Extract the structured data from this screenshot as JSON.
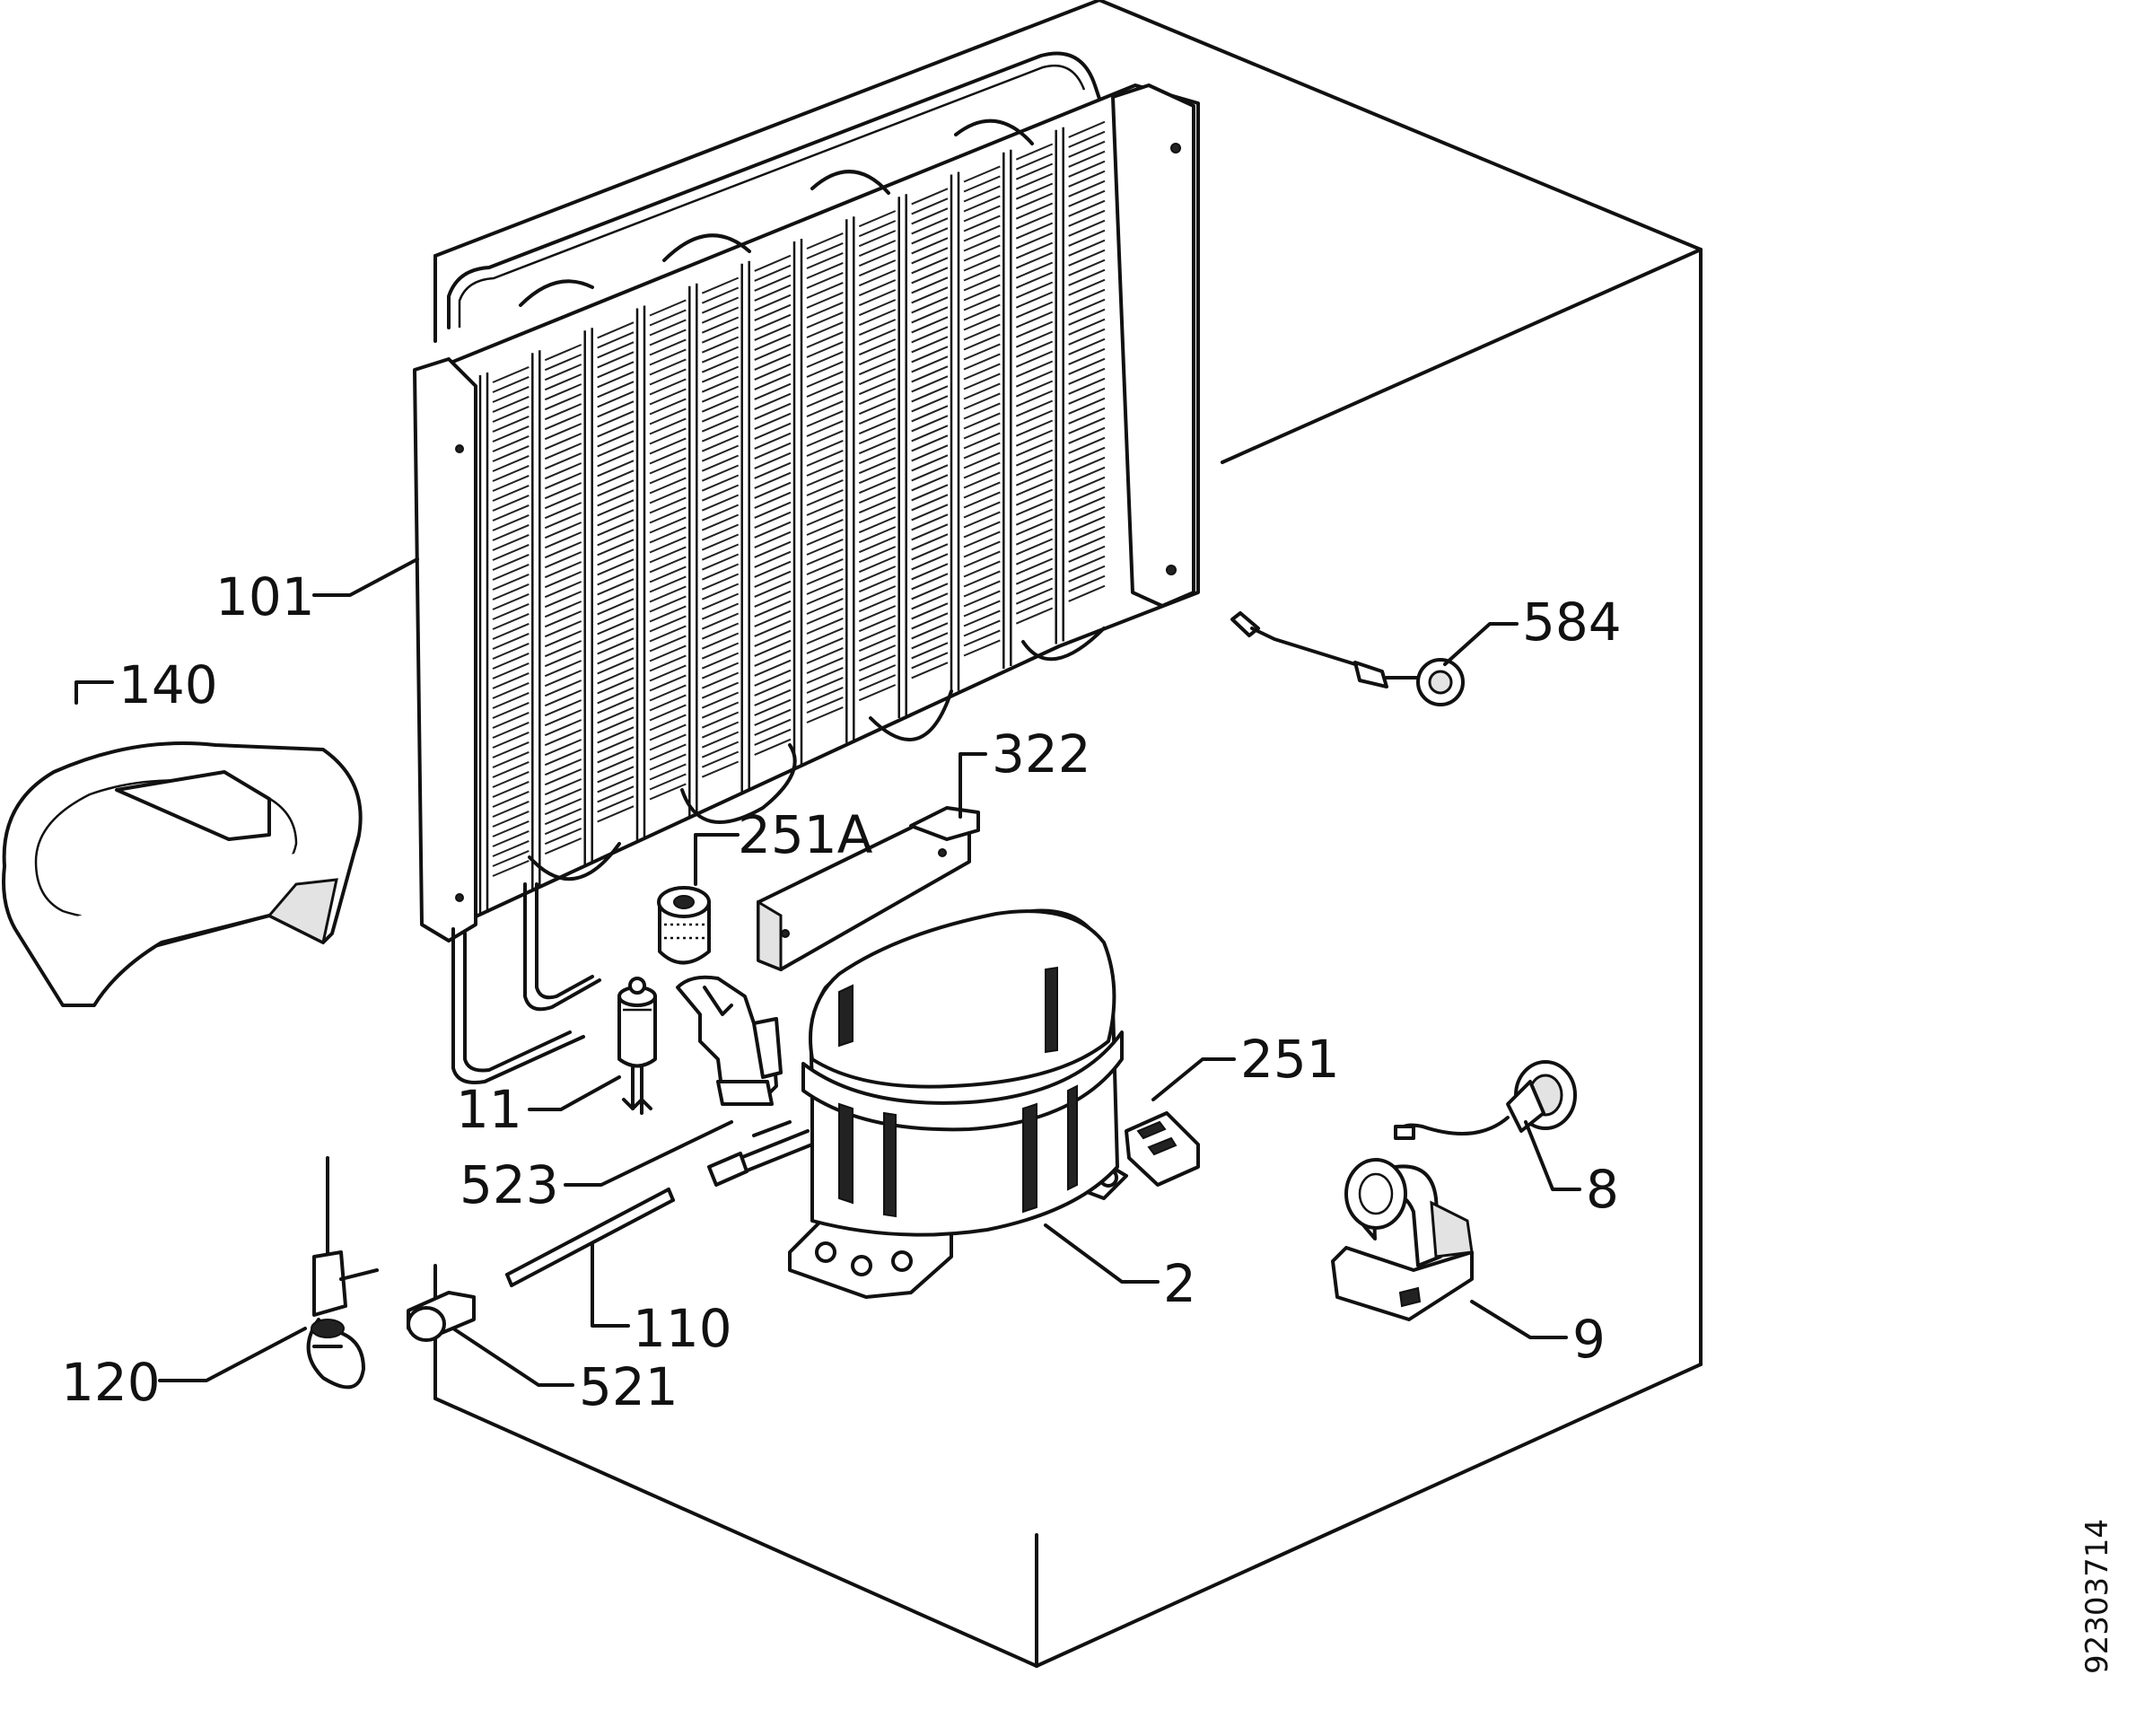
{
  "document_id": "92303714",
  "parts": [
    {
      "id": "101",
      "label": "101"
    },
    {
      "id": "140",
      "label": "140"
    },
    {
      "id": "584",
      "label": "584"
    },
    {
      "id": "322",
      "label": "322"
    },
    {
      "id": "251A",
      "label": "251A"
    },
    {
      "id": "251",
      "label": "251"
    },
    {
      "id": "11",
      "label": "11"
    },
    {
      "id": "523",
      "label": "523"
    },
    {
      "id": "8",
      "label": "8"
    },
    {
      "id": "2",
      "label": "2"
    },
    {
      "id": "9",
      "label": "9"
    },
    {
      "id": "110",
      "label": "110"
    },
    {
      "id": "120",
      "label": "120"
    },
    {
      "id": "521",
      "label": "521"
    }
  ]
}
